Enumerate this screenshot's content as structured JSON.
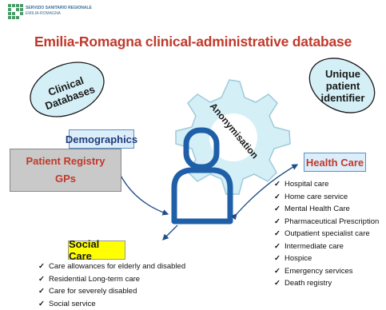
{
  "logo": {
    "line1": "SERVIZIO SANITARIO REGIONALE",
    "line2": "EMILIA-ROMAGNA"
  },
  "title": "Emilia-Romagna clinical-administrative database",
  "clinical_databases": "Clinical Databases",
  "unique_identifier": "Unique patient identifier",
  "anonymisation": "Anonymisation",
  "demographics": "Demographics",
  "patient_registry": "Patient Registry",
  "gps": "GPs",
  "health_care": {
    "label": "Health Care",
    "items": [
      "Hospital care",
      "Home care service",
      "Mental Health Care",
      "Pharmaceutical Prescription",
      "Outpatient specialist care",
      "Intermediate care",
      "Hospice",
      "Emergency services",
      "Death registry"
    ]
  },
  "social_care": {
    "label": "Social Care",
    "items": [
      "Care allowances for elderly and disabled",
      "Residential Long-term care",
      "Care for severely disabled",
      "Social service"
    ]
  },
  "colors": {
    "ellipse_fill": "#d4f0f6",
    "gear_fill": "#d4f0f6",
    "person": "#1f5fa8",
    "title": "#c0392b"
  }
}
